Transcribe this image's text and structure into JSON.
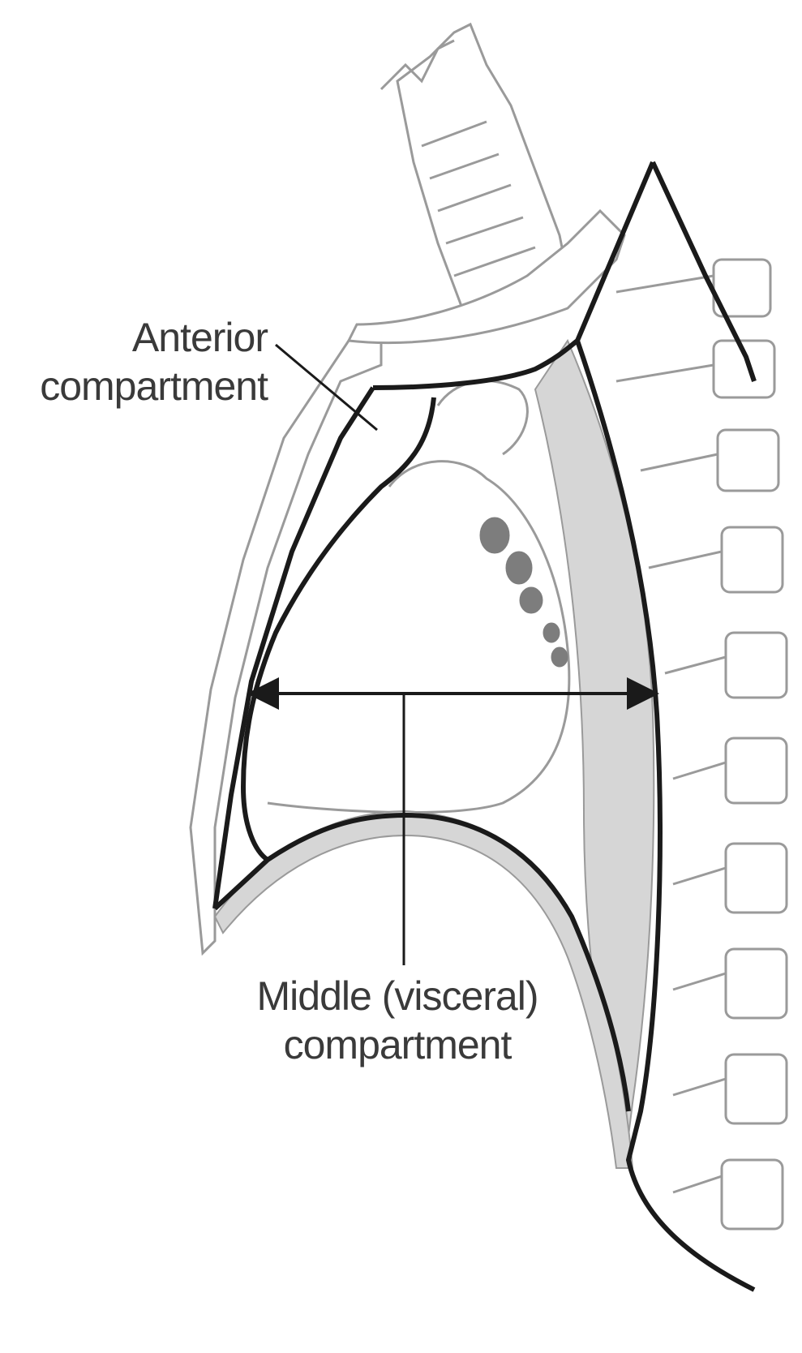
{
  "labels": {
    "anterior_line1": "Anterior",
    "anterior_line2": "compartment",
    "middle_line1": "Middle (visceral)",
    "middle_line2": "compartment"
  },
  "colors": {
    "outline": "#1a1a1a",
    "line_art": "#9a9a9a",
    "shading": "#d6d6d6",
    "vessel": "#7d7d7d",
    "text": "#3a3a3a"
  }
}
